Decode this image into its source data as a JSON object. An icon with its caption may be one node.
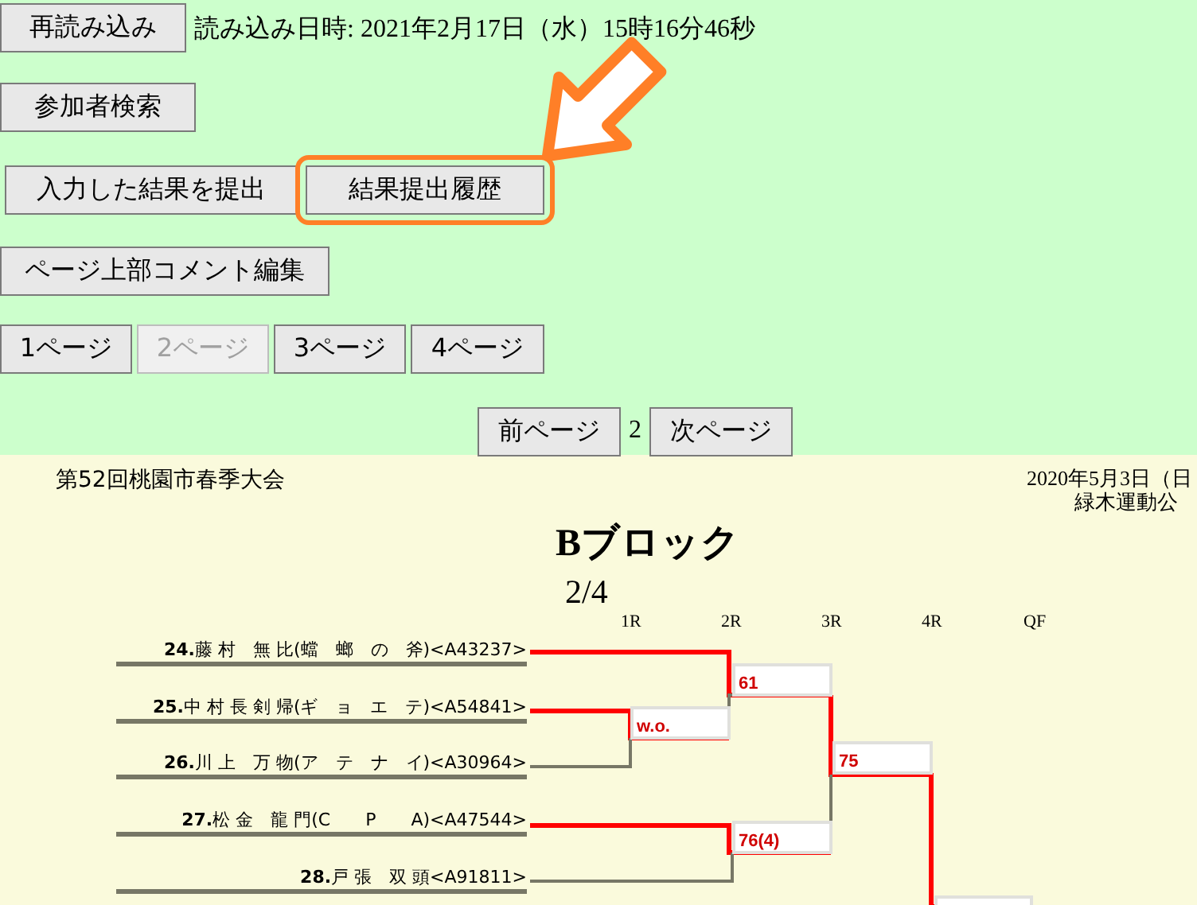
{
  "diagram": {
    "nodes": [
      {
        "text": [
          "再読み込み"
        ]
      },
      {
        "text": [
          "参加者検索"
        ]
      },
      {
        "text": [
          "入力した結果を提出"
        ]
      },
      {
        "text": [
          "結果提出履歴"
        ]
      },
      {
        "text": [
          "ページ上部コメント編集"
        ]
      },
      {
        "text": [
          "1ページ"
        ]
      },
      {
        "text": [
          "2ページ"
        ]
      },
      {
        "text": [
          "3ページ"
        ]
      },
      {
        "text": [
          "4ページ"
        ]
      },
      {
        "text": [
          "前ページ"
        ]
      },
      {
        "text": [
          "次ページ"
        ]
      },
      {
        "text": [
          "**24.**藤 村　無 比(蟷　螂　の　斧)<A43237>"
        ]
      },
      {
        "text": [
          "**25.**中 村 長 剣 帰(ギ　ョ　エ　テ)<A54841>"
        ]
      },
      {
        "text": [
          "**26.**川 上　万 物(ア　テ　ナ　イ)<A30964>"
        ]
      },
      {
        "text": [
          "**27.**松 金　龍 門(C　　P　　A)<A47544>"
        ]
      },
      {
        "text": [
          "**28.**戸 張　双 頭<A91811>"
        ]
      },
      {
        "text": [
          "61"
        ]
      },
      {
        "text": [
          "w.o."
        ]
      },
      {
        "text": [
          "75"
        ]
      },
      {
        "text": [
          "76(4)"
        ]
      },
      {
        "text": [],
        "shape": "box"
      }
    ],
    "edges": [
      {
        "from": null,
        "to": 3,
        "arrow": "to",
        "style": "thick",
        "color": "#ff7f27"
      },
      {
        "from": 11,
        "to": 16,
        "arrow": "none"
      },
      {
        "from": 12,
        "to": 17,
        "arrow": "none"
      },
      {
        "from": 13,
        "to": 17,
        "arrow": "none",
        "color": "#777766"
      },
      {
        "from": 17,
        "to": 16,
        "arrow": "none",
        "color": "#777766"
      },
      {
        "from": 16,
        "to": 18,
        "arrow": "none"
      },
      {
        "from": 14,
        "to": 19,
        "arrow": "none"
      },
      {
        "from": 15,
        "to": 19,
        "arrow": "none",
        "color": "#777766"
      },
      {
        "from": 19,
        "to": 18,
        "arrow": "none",
        "color": "#777766"
      },
      {
        "from": 18,
        "to": 20,
        "arrow": "none"
      }
    ],
    "labels": [
      "読み込み日時: 2021年2月17日（水）15時16分46秒",
      "2",
      "第52回桃園市春季大会",
      "2020年5月3日（日",
      "緑木運動公",
      "Bブロック",
      "2/4",
      "1R",
      "2R",
      "3R",
      "4R",
      "QF"
    ]
  }
}
